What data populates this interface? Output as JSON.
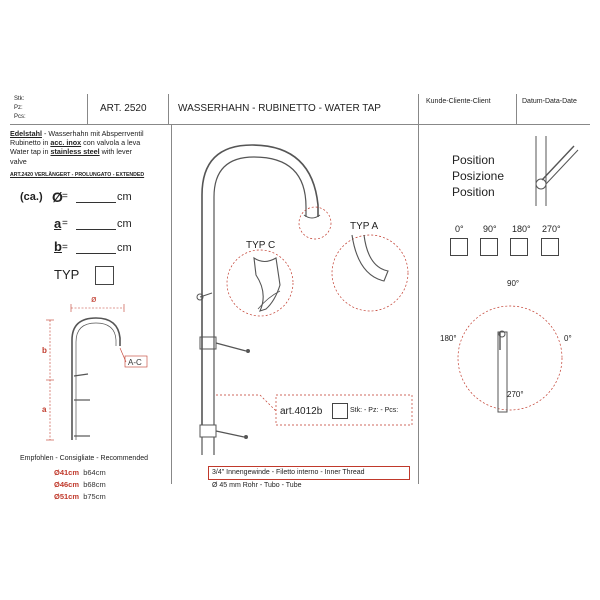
{
  "header": {
    "stk": "Stk:",
    "pz": "Pz:",
    "pcs": "Pcs:",
    "article": "ART. 2520",
    "title": "WASSERHAHN - RUBINETTO - WATER TAP",
    "client": "Kunde-Cliente-Client",
    "date": "Datum-Data-Date"
  },
  "description": {
    "line1_bold": "Edelstahl",
    "line1_rest": " - Wasserhahn mit Absperrventil",
    "line2_a": "Rubinetto in ",
    "line2_bold": "acc. inox",
    "line2_b": " con valvola a leva",
    "line3_a": "Water tap in ",
    "line3_bold": "stainless steel",
    "line3_b": " with lever",
    "line4": "valve",
    "extended": "ART.2420  VERLÄNGERT - PROLUNGATO - EXTENDED"
  },
  "dims": {
    "ca": "(ca.)",
    "diameter_symbol": "Ø",
    "a_label": "a",
    "b_label": "b",
    "eq": " =",
    "unit": "cm",
    "typ_label": "TYP"
  },
  "small_drawing": {
    "diam": "ø",
    "b": "b",
    "a": "a",
    "ac": "A-C"
  },
  "recommended": {
    "title": "Empfohlen - Consigliate - Recommended",
    "rows": [
      {
        "d": "Ø41cm",
        "b": "b64cm"
      },
      {
        "d": "Ø46cm",
        "b": "b68cm"
      },
      {
        "d": "Ø51cm",
        "b": "b75cm"
      }
    ]
  },
  "main_drawing": {
    "typ_c": "TYP  C",
    "typ_a": "TYP  A",
    "art_code": "art.4012b",
    "art_qty": "Stk: - Pz: - Pcs:",
    "thread": "3/4\" Innengewinde - Filetto interno - Inner Thread",
    "tube": "Ø 45 mm  Rohr - Tubo - Tube"
  },
  "position": {
    "title1": "Position",
    "title2": "Posizione",
    "title3": "Position",
    "angles": [
      "0°",
      "90°",
      "180°",
      "270°"
    ],
    "dial": {
      "top": "90°",
      "left": "180°",
      "right": "0°",
      "bottom": "270°"
    }
  }
}
